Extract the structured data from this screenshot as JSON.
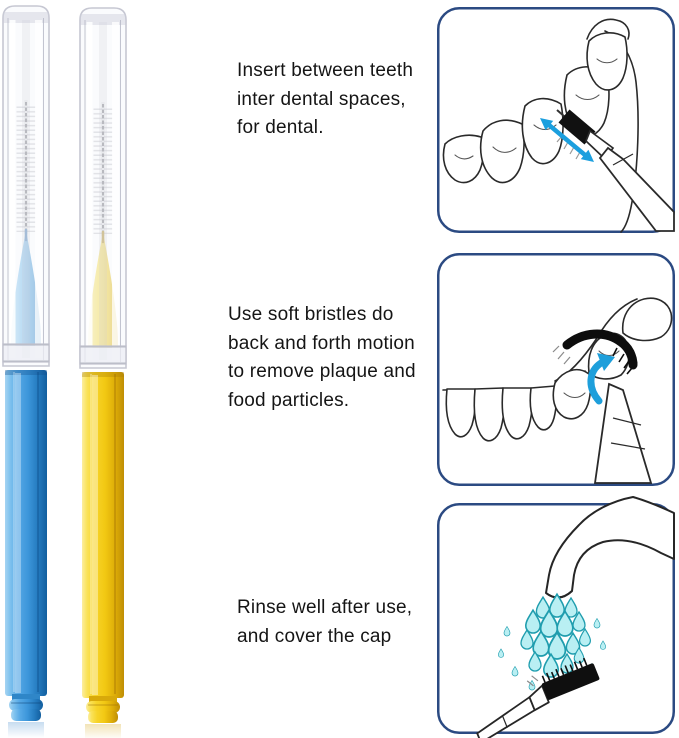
{
  "page": {
    "background": "#ffffff",
    "description": "Interdental brush product usage instructions"
  },
  "products": {
    "blue_brush": {
      "label": "blue interdental brush with clear cap",
      "handle_color": "#3c96da"
    },
    "yellow_brush": {
      "label": "yellow interdental brush with clear cap",
      "handle_color": "#f2c813"
    }
  },
  "steps": [
    {
      "id": 1,
      "lines": [
        "Insert between teeth",
        "inter dental spaces,",
        "for dental."
      ],
      "illustration": "brush-inserted-between-teeth-with-back-and-forth-arrow"
    },
    {
      "id": 2,
      "lines": [
        "Use soft bristles do",
        "back and forth motion",
        "to remove plaque and",
        "food particles."
      ],
      "illustration": "brush-bristles-curving-around-tooth-with-rotate-arrow"
    },
    {
      "id": 3,
      "lines": [
        "Rinse well after use,",
        "and cover the cap"
      ],
      "illustration": "rinsing-brush-under-running-faucet"
    }
  ],
  "colors": {
    "panel_border": "#2b4a82",
    "text": "#151515",
    "line_art": "#2a2a2a",
    "arrow_blue": "#1b9fde",
    "water_fill": "#b9eff3",
    "water_outline": "#1f9dae",
    "brush_blue": "#3c96da",
    "brush_yellow": "#f2c813"
  }
}
